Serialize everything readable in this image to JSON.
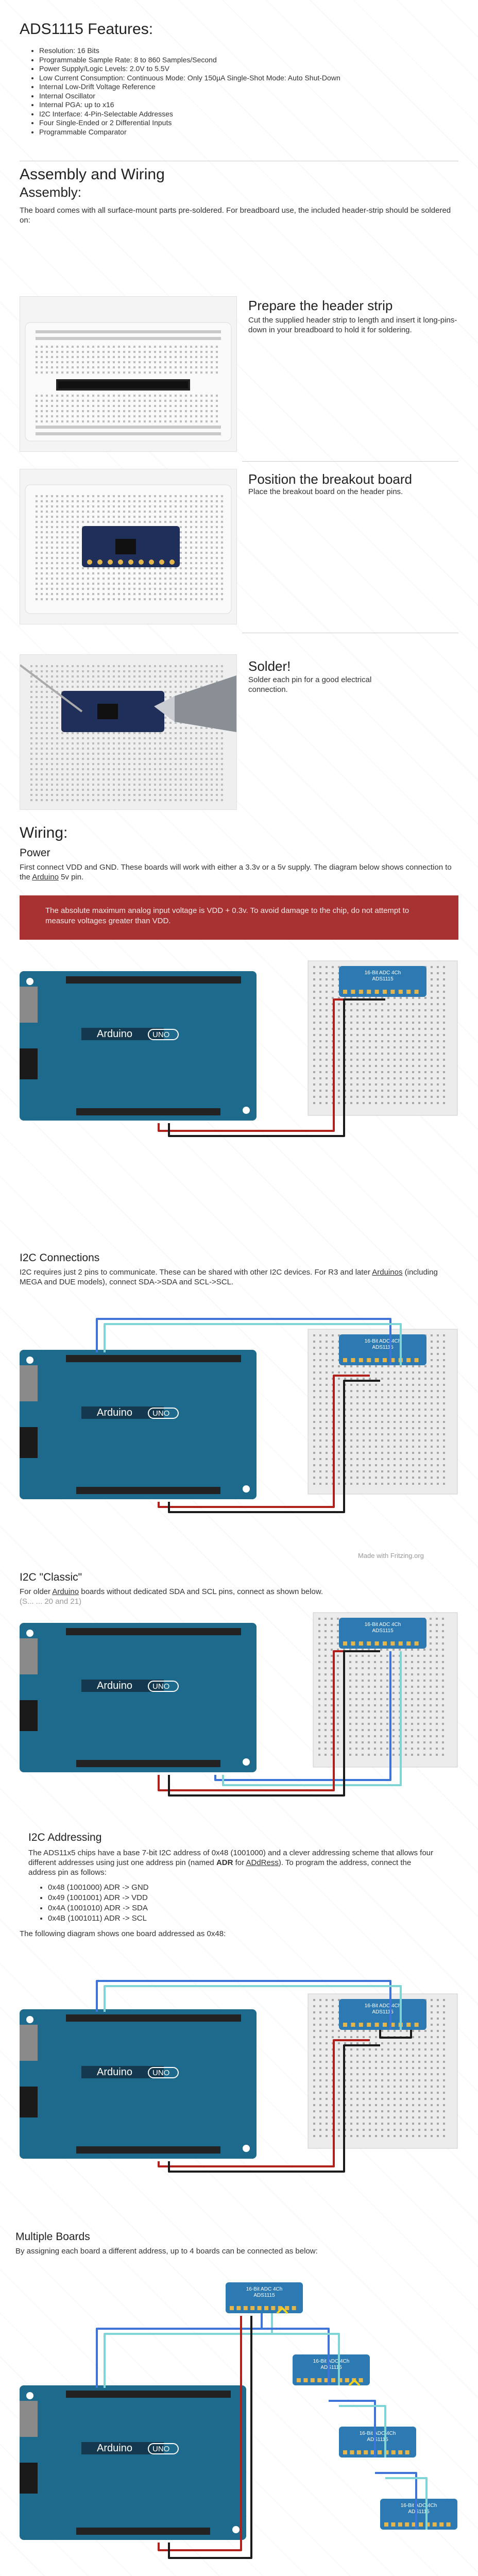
{
  "features": {
    "title": "ADS1115 Features:",
    "items": [
      "Resolution: 16 Bits",
      "Programmable Sample Rate: 8 to 860 Samples/Second",
      "Power Supply/Logic Levels: 2.0V to 5.5V",
      "Low Current Consumption: Continuous Mode: Only 150µA Single-Shot Mode: Auto Shut-Down",
      "Internal Low-Drift Voltage Reference",
      "Internal Oscillator",
      "Internal PGA: up to x16",
      "I2C Interface: 4-Pin-Selectable Addresses",
      "Four Single-Ended or 2 Differential Inputs",
      "Programmable Comparator"
    ]
  },
  "assembly": {
    "title": "Assembly and Wiring",
    "subtitle": "Assembly:",
    "intro": "The board comes with all surface-mount parts pre-soldered. For breadboard use, the included header-strip should be soldered on:",
    "steps": [
      {
        "title": "Prepare the header strip",
        "text": "Cut the supplied header strip to length and insert it long-pins-down in your breadboard to hold it for soldering."
      },
      {
        "title": "Position the breakout board",
        "text": "Place the breakout board on the header pins."
      },
      {
        "title": "Solder!",
        "text": "Solder each pin for a good electrical connection."
      }
    ]
  },
  "wiring": {
    "title": "Wiring:",
    "power": {
      "title": "Power",
      "text_before": "First connect VDD and GND. These boards will work with either a 3.3v or a 5v supply. The diagram below shows connection to the",
      "link": "Arduino",
      "text_after": "5v pin.",
      "warning": "The absolute maximum analog input voltage is VDD + 0.3v. To avoid damage to the chip, do not attempt to measure voltages greater than VDD."
    },
    "i2c": {
      "title": "I2C Connections",
      "text_a": "I2C requires just 2 pins to communicate. These can be shared with other I2C devices.  For R3 and later",
      "link": "Arduinos",
      "text_b": "(including MEGA and DUE models),  connect SDA->SDA and SCL->SCL.",
      "credit": "Made with  Fritzing.org"
    },
    "classic": {
      "title": "I2C \"Classic\"",
      "text_a": "For older",
      "link": "Arduino",
      "text_b": "boards without dedicated SDA and SCL pins, connect as shown below.",
      "text_c": "(S...                                                        ... 20 and 21)"
    },
    "addressing": {
      "title": "I2C Addressing",
      "text_a": "The ADS11x5 chips have a base 7-bit I2C address of 0x48 (1001000) and a clever addressing scheme that allows four different addresses using just one address pin (named",
      "bold": "ADR",
      "text_b": "for",
      "link": "ADdRess",
      "text_c": "). To program the address, connect the address pin as follows:",
      "items": [
        "0x48 (1001000) ADR -> GND",
        "0x49 (1001001) ADR -> VDD",
        "0x4A (1001010) ADR -> SDA",
        "0x4B (1001011) ADR -> SCL"
      ],
      "after": "The following diagram shows one board addressed as 0x48:"
    },
    "multiple": {
      "title": "Multiple Boards",
      "text": "By assigning each board a different address, up to 4 boards can be connected as below:"
    }
  },
  "diagram_labels": {
    "arduino": "Arduino",
    "uno": "UNO",
    "board_label": "16-Bit ADC 4Ch",
    "board_chip": "ADS1115"
  },
  "colors": {
    "arduino_blue": "#1d6a8d",
    "breadboard": "#ececec",
    "breakout_blue": "#2d7ab3",
    "warning_red": "#a83232",
    "wire_red": "#b0211c",
    "wire_black": "#1a1a1a",
    "wire_cyan": "#7fd4d6",
    "wire_blue": "#3d74d8",
    "wire_yellow": "#f1d21f"
  }
}
